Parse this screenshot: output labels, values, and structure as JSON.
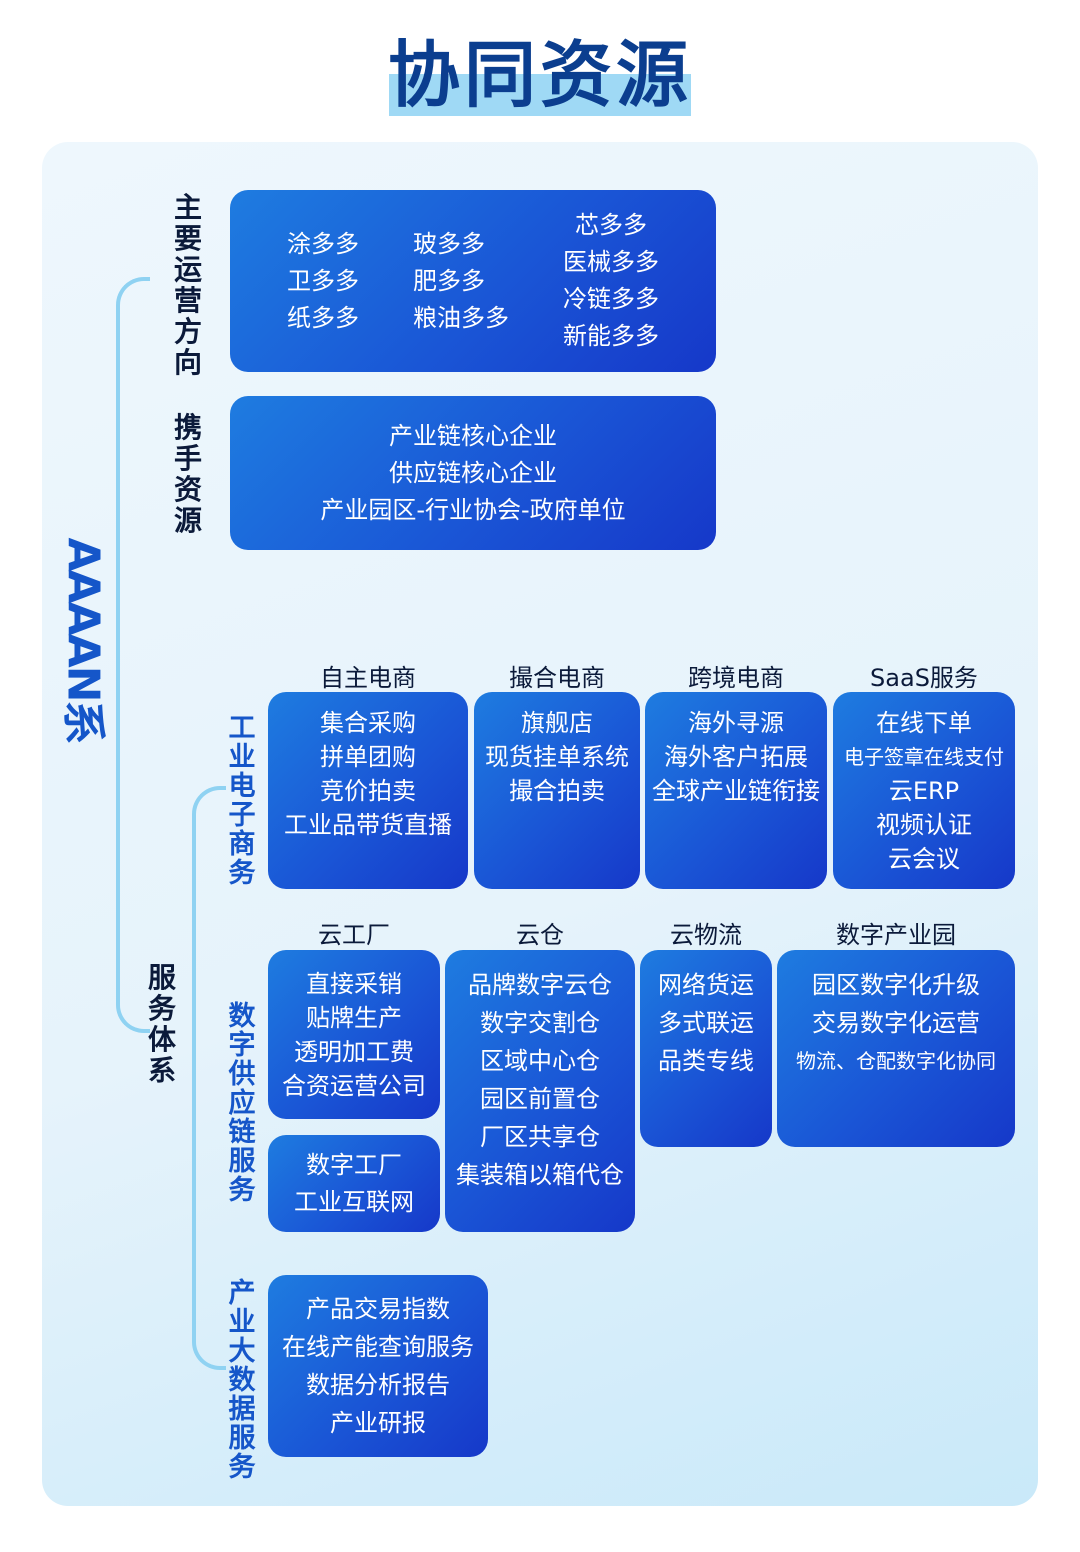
{
  "title": "协同资源",
  "brand": "AAAAN系",
  "labels": {
    "main_direction": "主要运营方向",
    "partner_resources": "携手资源",
    "service_system": "服务体系",
    "industrial_ecommerce": "工业电子商务",
    "digital_supply_chain": "数字供应链服务",
    "industry_bigdata": "产业大数据服务"
  },
  "main_direction": {
    "col1": [
      "涂多多",
      "卫多多",
      "纸多多"
    ],
    "col2": [
      "玻多多",
      "肥多多",
      "粮油多多"
    ],
    "col3": [
      "芯多多",
      "医械多多",
      "冷链多多",
      "新能多多"
    ]
  },
  "partners": [
    "产业链核心企业",
    "供应链核心企业",
    "产业园区-行业协会-政府单位"
  ],
  "ecommerce": [
    {
      "heading": "自主电商",
      "items": [
        "集合采购",
        "拼单团购",
        "竞价拍卖",
        "工业品带货直播"
      ]
    },
    {
      "heading": "撮合电商",
      "items": [
        "旗舰店",
        "现货挂单系统",
        "撮合拍卖"
      ]
    },
    {
      "heading": "跨境电商",
      "items": [
        "海外寻源",
        "海外客户拓展",
        "全球产业链衔接"
      ]
    },
    {
      "heading": "SaaS服务",
      "items": [
        "在线下单",
        "电子签章在线支付",
        "云ERP",
        "视频认证",
        "云会议"
      ]
    }
  ],
  "supply_chain": [
    {
      "heading": "云工厂",
      "items": [
        "直接采销",
        "贴牌生产",
        "透明加工费",
        "合资运营公司"
      ],
      "extra": [
        "数字工厂",
        "工业互联网"
      ]
    },
    {
      "heading": "云仓",
      "items": [
        "品牌数字云仓",
        "数字交割仓",
        "区域中心仓",
        "园区前置仓",
        "厂区共享仓",
        "集装箱以箱代仓"
      ]
    },
    {
      "heading": "云物流",
      "items": [
        "网络货运",
        "多式联运",
        "品类专线"
      ]
    },
    {
      "heading": "数字产业园",
      "items": [
        "园区数字化升级",
        "交易数字化运营",
        "物流、仓配数字化协同"
      ]
    }
  ],
  "bigdata": [
    "产品交易指数",
    "在线产能查询服务",
    "数据分析报告",
    "产业研报"
  ]
}
